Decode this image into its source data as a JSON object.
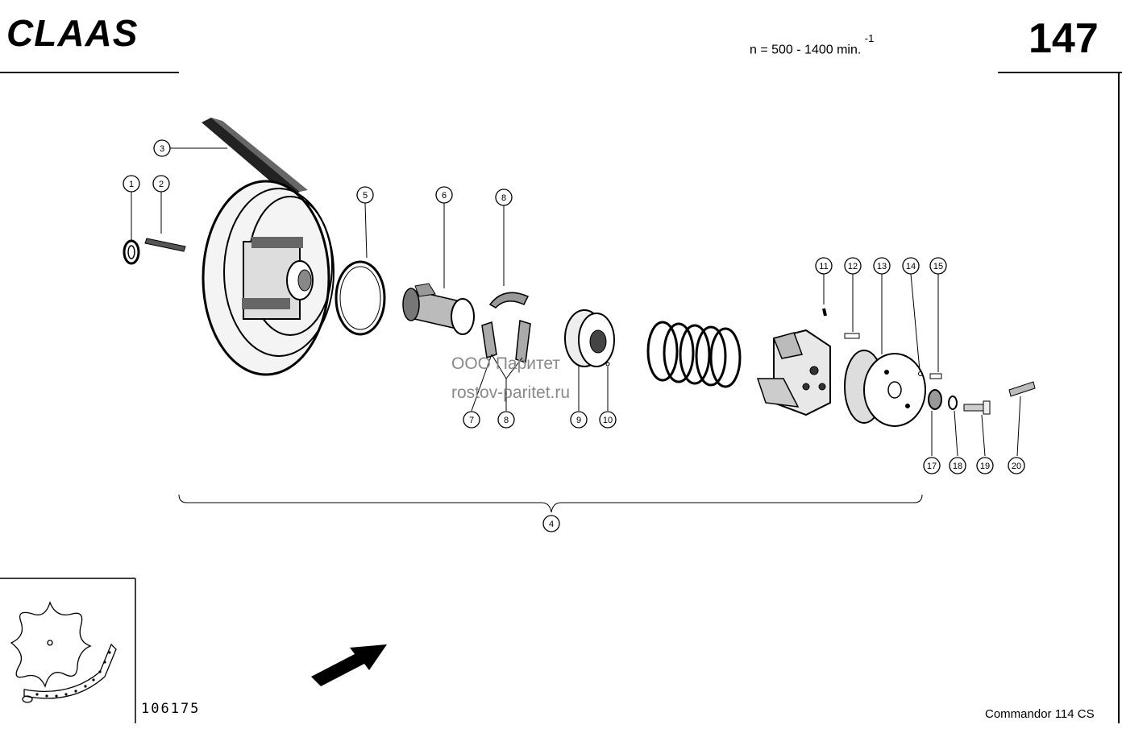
{
  "header": {
    "brand": "CLAAS",
    "speed_prefix": "n = 500 - 1400 min.",
    "speed_exponent": "-1",
    "page_number": "147"
  },
  "callouts": [
    "1",
    "2",
    "3",
    "4",
    "5",
    "6",
    "7",
    "8",
    "8",
    "9",
    "10",
    "11",
    "12",
    "13",
    "14",
    "15",
    "17",
    "18",
    "19",
    "20"
  ],
  "watermark": {
    "line1": "ООО Паритет",
    "line2": "rostov-paritet.ru"
  },
  "footer": {
    "drawing_number": "106175",
    "model": "Commandor 114 CS"
  }
}
